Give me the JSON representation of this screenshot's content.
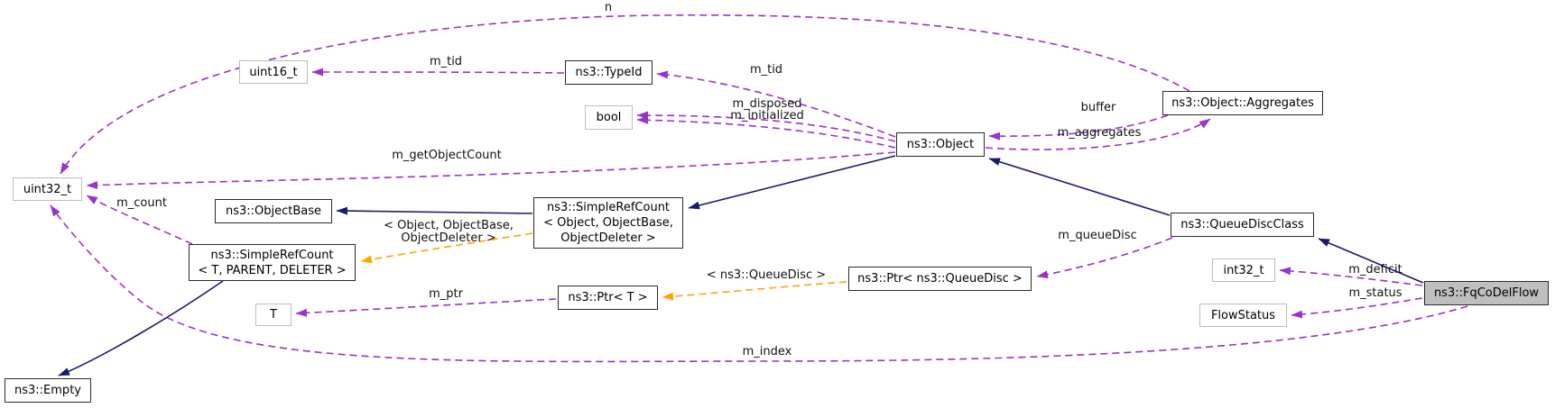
{
  "nodes": {
    "uint16": {
      "label": "uint16_t"
    },
    "typeid": {
      "label": "ns3::TypeId"
    },
    "bool": {
      "label": "bool"
    },
    "object": {
      "label": "ns3::Object"
    },
    "aggregates": {
      "label": "ns3::Object::Aggregates"
    },
    "uint32": {
      "label": "uint32_t"
    },
    "objectbase": {
      "label": "ns3::ObjectBase"
    },
    "src_object": {
      "line1": "ns3::SimpleRefCount",
      "line2": "< Object, ObjectBase,",
      "line3": "ObjectDeleter >"
    },
    "src_t": {
      "line1": "ns3::SimpleRefCount",
      "line2": "< T, PARENT, DELETER >"
    },
    "queuediscclass": {
      "label": "ns3::QueueDiscClass"
    },
    "int32": {
      "label": "int32_t"
    },
    "ptr_queuedisc": {
      "label": "ns3::Ptr< ns3::QueueDisc >"
    },
    "ptr_t": {
      "label": "ns3::Ptr< T >"
    },
    "t": {
      "label": "T"
    },
    "flowstatus": {
      "label": "FlowStatus"
    },
    "fqcodelflow": {
      "label": "ns3::FqCoDelFlow"
    },
    "empty": {
      "label": "ns3::Empty"
    }
  },
  "edge_labels": {
    "n": "n",
    "m_tid_uint16": "m_tid",
    "m_tid_object": "m_tid",
    "m_disposed": "m_disposed",
    "m_initialized": "m_initialized",
    "buffer": "buffer",
    "m_aggregates": "m_aggregates",
    "m_getObjectCount": "m_getObjectCount",
    "m_count": "m_count",
    "m_index": "m_index",
    "m_queueDisc": "m_queueDisc",
    "m_deficit": "m_deficit",
    "m_status": "m_status",
    "m_ptr": "m_ptr",
    "tmpl_object_line1": "< Object, ObjectBase,",
    "tmpl_object_line2": "ObjectDeleter >",
    "tmpl_queuedisc": "< ns3::QueueDisc >"
  },
  "colors": {
    "usage_edge": "#9a32cd",
    "inheritance_edge": "#191970",
    "template_edge": "#ffa500",
    "highlight_fill": "#bfbfbf"
  }
}
